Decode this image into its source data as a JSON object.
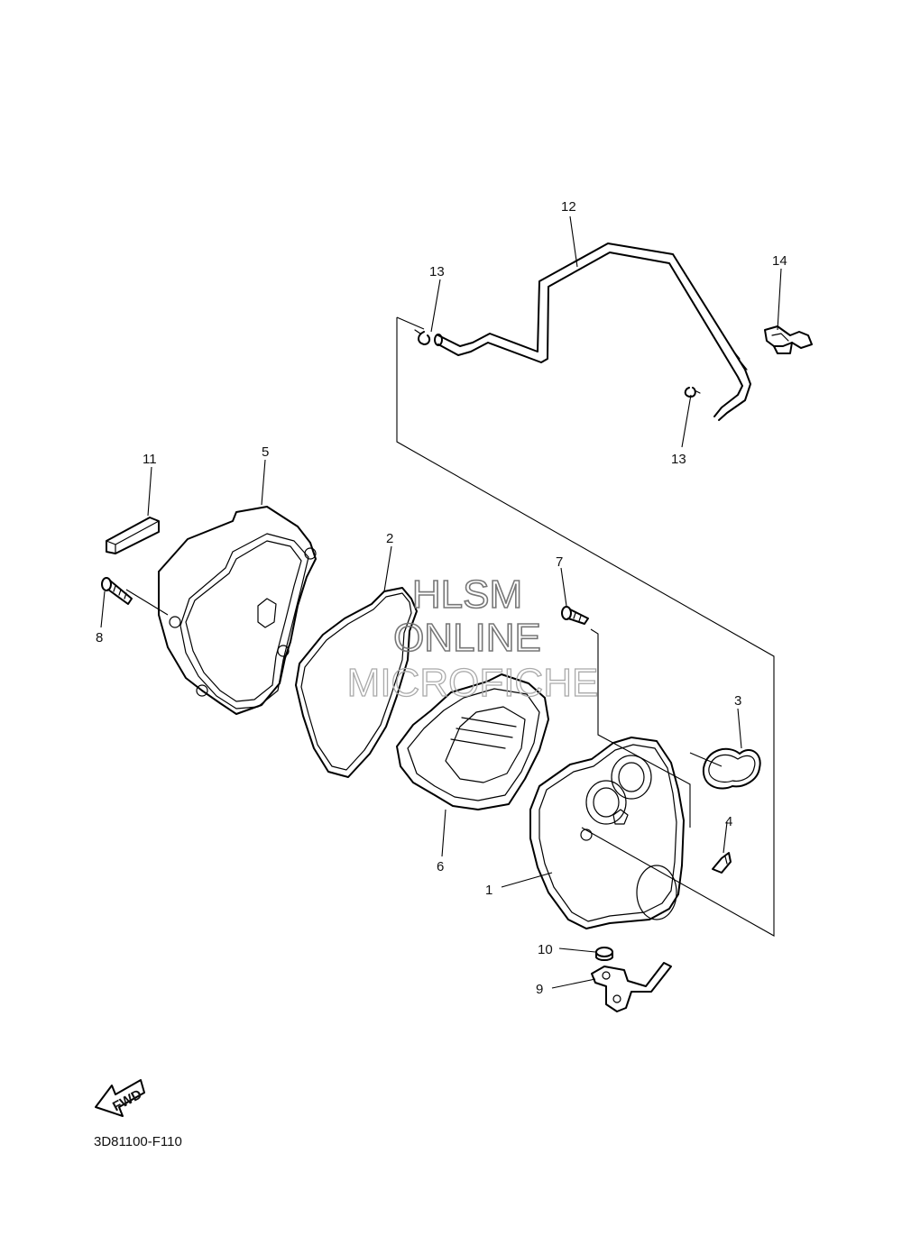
{
  "callouts": {
    "c1": "1",
    "c2": "2",
    "c3": "3",
    "c4": "4",
    "c5": "5",
    "c6": "6",
    "c7": "7",
    "c8": "8",
    "c9": "9",
    "c10": "10",
    "c11": "11",
    "c12": "12",
    "c13a": "13",
    "c13b": "13",
    "c14": "14"
  },
  "watermark": {
    "line1": "HLSM",
    "line2": "ONLINE",
    "line3": "MICROFICHE"
  },
  "fwd_label": "FWD",
  "diagram_code": "3D81100-F110"
}
